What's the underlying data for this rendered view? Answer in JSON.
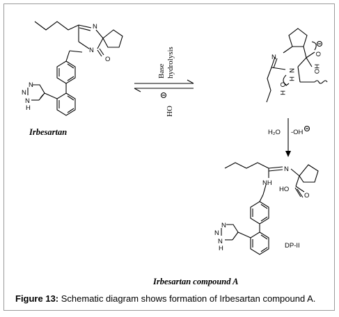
{
  "caption": {
    "label": "Figure 13:",
    "text": "Schematic diagram shows formation of Irbesartan compound A."
  },
  "labels": {
    "irbesartan": "Irbesartan",
    "compound_a": "Irbesartan compound A",
    "dp": "DP-II"
  },
  "conditions": {
    "base": "Base",
    "hydrolysis": "hydrolysis",
    "oh_minus": "OH",
    "h2o": "H₂O",
    "minus_oh": "-OH"
  },
  "atoms": {
    "N": "N",
    "O": "O",
    "H": "H",
    "NH": "NH",
    "HO": "HO",
    "OH": "OH"
  }
}
